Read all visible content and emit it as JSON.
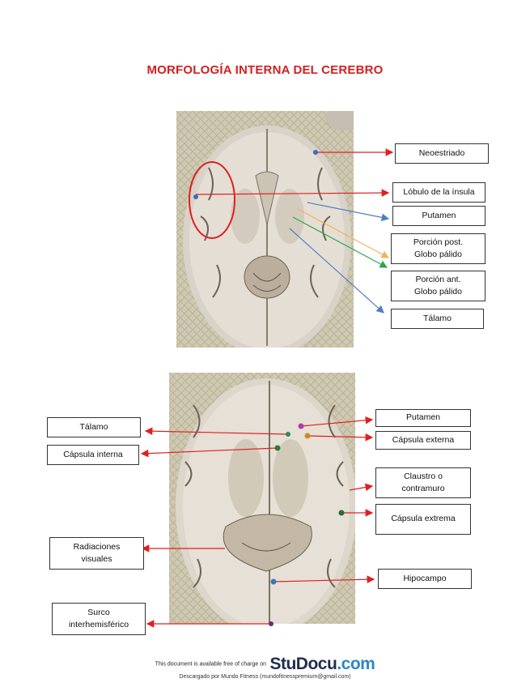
{
  "title": "MORFOLOGÍA INTERNA DEL CEREBRO",
  "figure1": {
    "labels": {
      "neoestriado": "Neoestriado",
      "lobulo_insula": "Lóbulo de la ínsula",
      "putamen": "Putamen",
      "globo_post_1": "Porción post.",
      "globo_post_2": "Globo pálido",
      "globo_ant_1": "Porción ant.",
      "globo_ant_2": "Globo pálido",
      "talamo": "Tálamo"
    }
  },
  "figure2": {
    "labels": {
      "talamo": "Tálamo",
      "capsula_interna": "Cápsula interna",
      "radiaciones_1": "Radiaciones",
      "radiaciones_2": "visuales",
      "surco_1": "Surco",
      "surco_2": "interhemisférico",
      "putamen": "Putamen",
      "capsula_externa": "Cápsula externa",
      "claustro_1": "Claustro o",
      "claustro_2": "contramuro",
      "capsula_extrema": "Cápsula extrema",
      "hipocampo": "Hipocampo"
    }
  },
  "colors": {
    "title": "#d32020",
    "arrow_red": "#e02020",
    "arrow_blue": "#4f7ec4",
    "arrow_green": "#2ca84a",
    "arrow_orange": "#f2b35a",
    "brand_dark": "#1f2d4e",
    "brand_light": "#2f86c8"
  },
  "footer": {
    "available_text": "This document is available free of charge on",
    "brand_part1": "StuDocu",
    "brand_part2": ".com",
    "download_text": "Descargado por Mundo Fitness (mundofitnesspremium@gmail.com)"
  }
}
